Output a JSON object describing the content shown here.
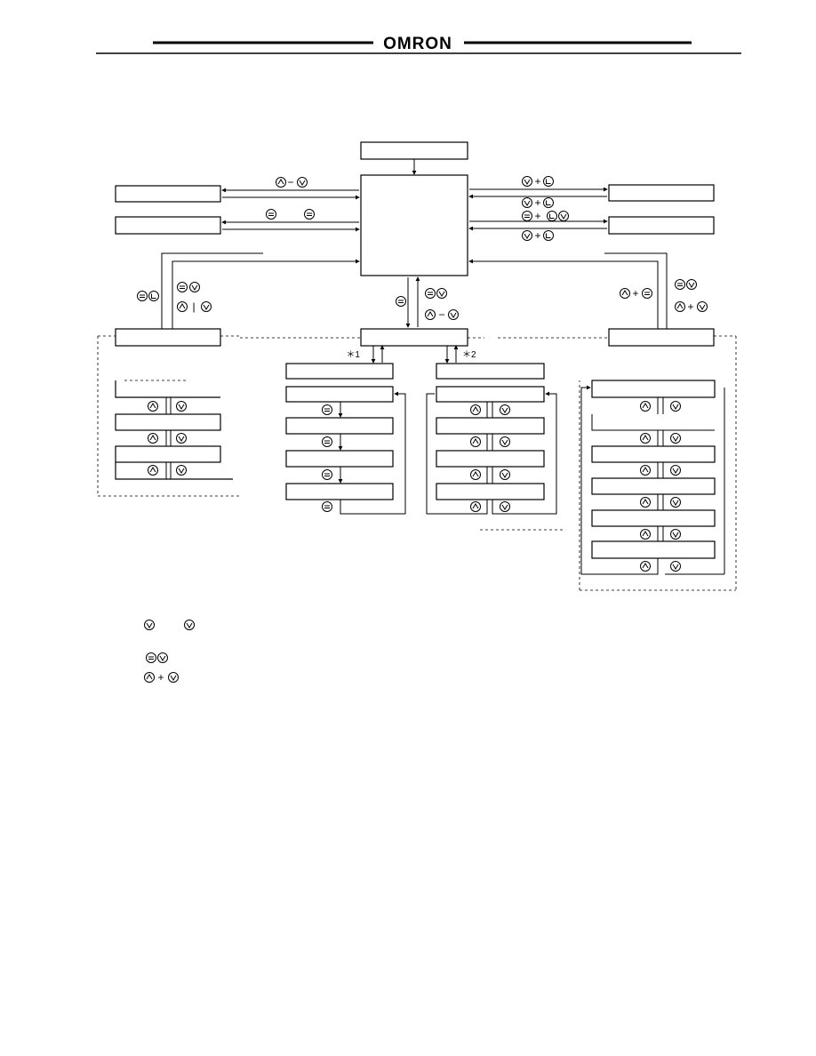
{
  "header": {
    "brand": "OMRON"
  },
  "footnote_marks": {
    "mark1": "＊1",
    "mark2": "＊2"
  },
  "key_icons": {
    "up": "up-arrow-key-icon",
    "down": "down-arrow-key-icon",
    "mode": "mode-key-icon",
    "level": "level-key-icon",
    "plus": "+",
    "minus": "−"
  },
  "colors": {
    "line": "#000000",
    "background": "#ffffff"
  }
}
